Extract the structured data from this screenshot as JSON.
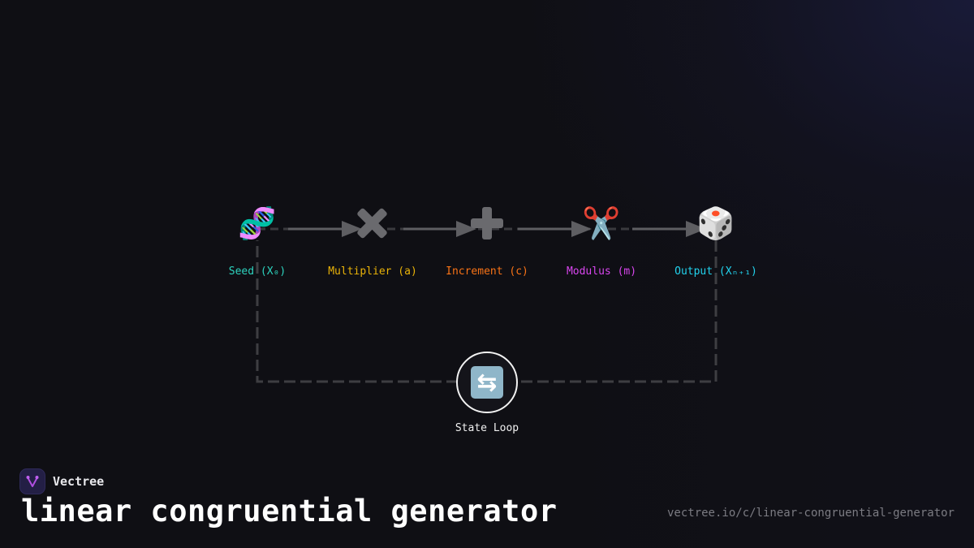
{
  "diagram": {
    "title": "linear congruential generator",
    "nodes": [
      {
        "id": "seed",
        "label": "Seed (X₀)",
        "icon": "dna-icon",
        "glyph": "🧬",
        "color": "#2dd4bf"
      },
      {
        "id": "multiplier",
        "label": "Multiplier (a)",
        "icon": "multiply-icon",
        "glyph": "✖",
        "color": "#eab308"
      },
      {
        "id": "increment",
        "label": "Increment (c)",
        "icon": "plus-icon",
        "glyph": "➕",
        "color": "#f97316"
      },
      {
        "id": "modulus",
        "label": "Modulus (m)",
        "icon": "scissors-icon",
        "glyph": "✂️",
        "color": "#d946ef"
      },
      {
        "id": "output",
        "label": "Output (Xₙ₊₁)",
        "icon": "dice-icon",
        "glyph": "🎲",
        "color": "#22d3ee"
      }
    ],
    "loop": {
      "label": "State Loop",
      "icon": "repeat-icon",
      "glyph": "🔄"
    },
    "edges": [
      {
        "from": "seed",
        "to": "multiplier",
        "style": "arrow"
      },
      {
        "from": "multiplier",
        "to": "increment",
        "style": "arrow"
      },
      {
        "from": "increment",
        "to": "modulus",
        "style": "arrow"
      },
      {
        "from": "modulus",
        "to": "output",
        "style": "arrow"
      },
      {
        "from": "output",
        "to": "loop",
        "style": "dashed"
      },
      {
        "from": "loop",
        "to": "seed",
        "style": "dashed"
      }
    ]
  },
  "brand": {
    "name": "Vectree"
  },
  "footer": {
    "title": "linear congruential generator",
    "url": "vectree.io/c/linear-congruential-generator"
  },
  "colors": {
    "background": "#0f0f14",
    "edge": "#5e5e62",
    "dashed_edge": "#3a3a3e"
  }
}
